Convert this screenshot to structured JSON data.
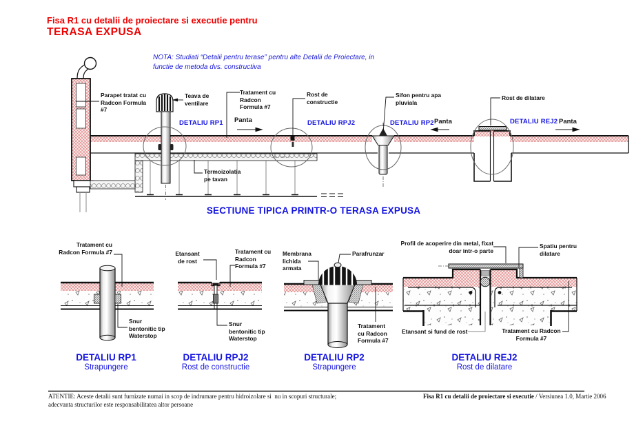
{
  "header": {
    "title_line1": "Fisa R1 cu detalii de proiectare si executie pentru",
    "title_line2": "TERASA EXPUSA"
  },
  "note": {
    "text": "NOTA: Studiati “Detalii pentru terase” pentru alte Detalii de Proiectare, in\nfunctie de metoda dvs. constructiva"
  },
  "main_section": {
    "title": "SECTIUNE TIPICA PRINTR-O TERASA EXPUSA",
    "labels": {
      "parapet": "Parapet tratat cu\nRadcon Formula\n#7",
      "teava": "Teava de\nventilare",
      "tratament": "Tratament cu\nRadcon\nFormula #7",
      "rost_constructie": "Rost de\nconstructie",
      "sifon": "Sifon pentru apa\npluviala",
      "rost_dilatare": "Rost de dilatare",
      "termoizolatia": "Termoizolatia\npe tavan",
      "panta": "Panta",
      "detaliu_rp1": "DETALIU RP1",
      "detaliu_rpj2": "DETALIU RPJ2",
      "detaliu_rp2": "DETALIU RP2",
      "detaliu_rej2": "DETALIU REJ2"
    }
  },
  "details": {
    "rp1": {
      "title": "DETALIU RP1",
      "subtitle": "Strapungere",
      "labels": {
        "tratament": "Tratament cu\nRadcon Formula #7",
        "snur": "Snur\nbentonitic tip\nWaterstop"
      }
    },
    "rpj2": {
      "title": "DETALIU RPJ2",
      "subtitle": "Rost de constructie",
      "labels": {
        "etansant": "Etansant\nde rost",
        "tratament": "Tratament cu\nRadcon\nFormula #7",
        "snur": "Snur\nbentonitic tip\nWaterstop"
      }
    },
    "rp2": {
      "title": "DETALIU RP2",
      "subtitle": "Strapungere",
      "labels": {
        "membrana": "Membrana\nlichida\narmata",
        "parafrunzar": "Parafrunzar",
        "tratament": "Tratament\ncu Radcon\nFormula #7"
      }
    },
    "rej2": {
      "title": "DETALIU REJ2",
      "subtitle": "Rost de dilatare",
      "labels": {
        "profil": "Profil de acoperire din metal, fixat\ndoar intr-o parte",
        "spatiu": "Spatiu pentru\ndilatare",
        "etansant": "Etansant si fund de rost",
        "tratament": "Tratament cu Radcon\nFormula #7"
      }
    }
  },
  "footer": {
    "left": "ATENTIE: Aceste detalii sunt furnizate numai in scop de indrumare pentru hidroizolare si  nu in scopuri structurale;\nadecvanta structurilor este responsabilitatea altor persoane",
    "right_bold": "Fisa R1 cu detalii de proiectare si executie",
    "right_regular": " / Versiunea 1.0,   Martie 2006"
  },
  "colors": {
    "accent_red": "#EE0000",
    "accent_blue": "#1414E0",
    "hatch_red": "#D66A6A",
    "line_black": "#111111"
  }
}
